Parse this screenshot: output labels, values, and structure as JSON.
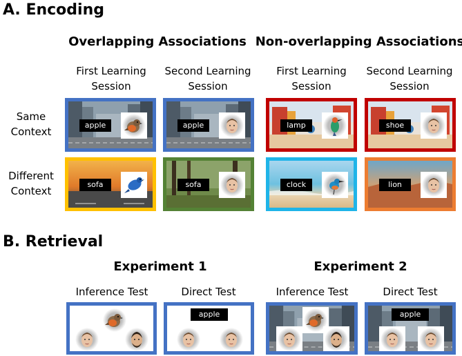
{
  "sections": {
    "encoding": "A. Encoding",
    "retrieval": "B. Retrieval"
  },
  "encoding": {
    "groups": [
      "Overlapping Associations",
      "Non-overlapping Associations"
    ],
    "columns": [
      {
        "line1": "First Learning",
        "line2": "Session"
      },
      {
        "line1": "Second Learning",
        "line2": "Session"
      },
      {
        "line1": "First Learning",
        "line2": "Session"
      },
      {
        "line1": "Second Learning",
        "line2": "Session"
      }
    ],
    "rows": [
      {
        "line1": "Same",
        "line2": "Context"
      },
      {
        "line1": "Different",
        "line2": "Context"
      }
    ],
    "panels": [
      {
        "word": "apple",
        "border": "#4472c4",
        "bg": "city",
        "item": "robin-icon"
      },
      {
        "word": "apple",
        "border": "#4472c4",
        "bg": "city",
        "item": "face-icon"
      },
      {
        "word": "lamp",
        "border": "#c00000",
        "bg": "playground",
        "item": "bird-icon"
      },
      {
        "word": "shoe",
        "border": "#c00000",
        "bg": "playground",
        "item": "face-icon"
      },
      {
        "word": "sofa",
        "border": "#ffc000",
        "bg": "sunset-road",
        "item": "bluebird-icon"
      },
      {
        "word": "sofa",
        "border": "#548235",
        "bg": "forest",
        "item": "face-icon"
      },
      {
        "word": "clock",
        "border": "#1fb4e8",
        "bg": "beach",
        "item": "kingfisher-icon"
      },
      {
        "word": "lion",
        "border": "#ed7d31",
        "bg": "desert",
        "item": "face-icon"
      }
    ]
  },
  "retrieval": {
    "experiments": [
      "Experiment 1",
      "Experiment 2"
    ],
    "tests": [
      "Inference Test",
      "Direct Test",
      "Inference Test",
      "Direct Test"
    ],
    "direct_word": "apple",
    "border": "#4472c4"
  }
}
